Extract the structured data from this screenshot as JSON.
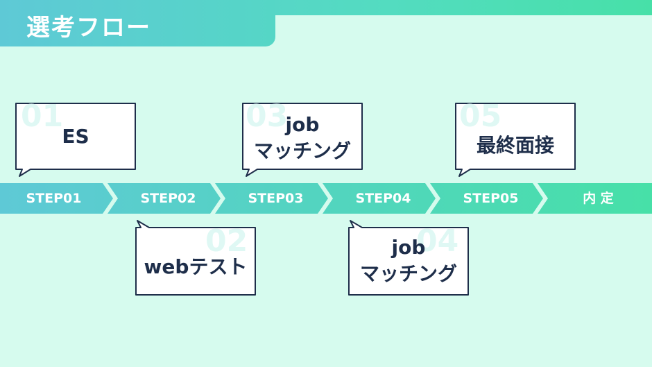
{
  "header": {
    "title": "選考フロー"
  },
  "steps": [
    {
      "label": "STEP01"
    },
    {
      "label": "STEP02"
    },
    {
      "label": "STEP03"
    },
    {
      "label": "STEP04"
    },
    {
      "label": "STEP05"
    },
    {
      "label": "内 定"
    }
  ],
  "bubbles": [
    {
      "number": "01",
      "line1": "ES",
      "line2": ""
    },
    {
      "number": "02",
      "line1": "webテスト",
      "line2": ""
    },
    {
      "number": "03",
      "line1": "job",
      "line2": "マッチング"
    },
    {
      "number": "04",
      "line1": "job",
      "line2": "マッチング"
    },
    {
      "number": "05",
      "line1": "最終面接",
      "line2": ""
    }
  ],
  "colors": {
    "background": "#d6fbee",
    "arrow_start": "#5ec9d6",
    "arrow_end": "#47e0a8",
    "bubble_border": "#1e2e4a",
    "text": "#1e2e4a"
  }
}
